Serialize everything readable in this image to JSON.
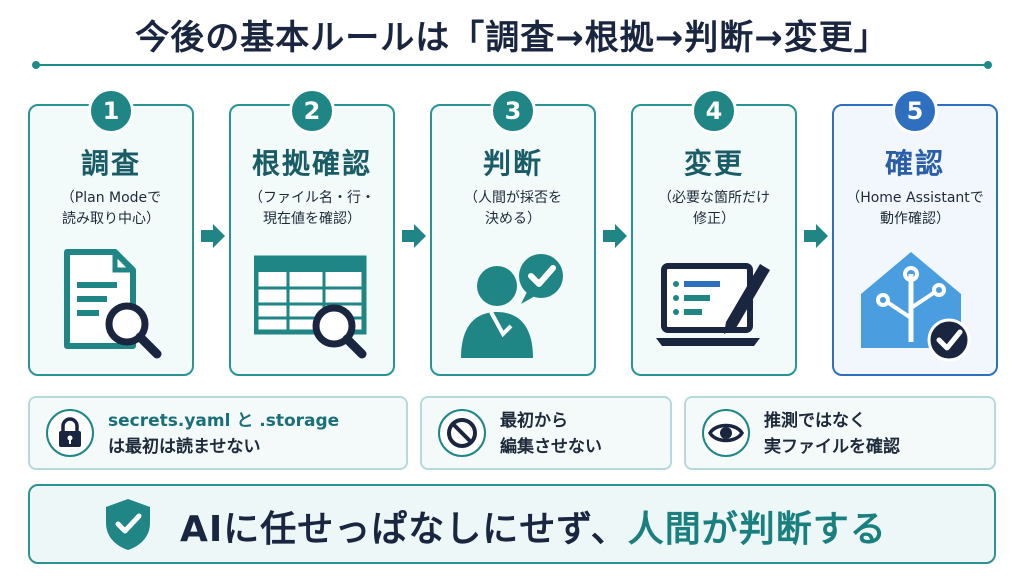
{
  "title": "今後の基本ルールは「調査→根拠→判断→変更」",
  "colors": {
    "teal": "#1f8585",
    "blue": "#2f6fc0",
    "navy": "#1a2540"
  },
  "steps": [
    {
      "number": "1",
      "title": "調査",
      "desc_line1": "（Plan Modeで",
      "desc_line2": "読み取り中心）",
      "icon": "document-search-icon"
    },
    {
      "number": "2",
      "title": "根拠確認",
      "desc_line1": "（ファイル名・行・",
      "desc_line2": "現在値を確認）",
      "icon": "spreadsheet-search-icon"
    },
    {
      "number": "3",
      "title": "判断",
      "desc_line1": "（人間が採否を",
      "desc_line2": "決める）",
      "icon": "person-check-icon"
    },
    {
      "number": "4",
      "title": "変更",
      "desc_line1": "（必要な箇所だけ",
      "desc_line2": "修正）",
      "icon": "laptop-pencil-icon"
    },
    {
      "number": "5",
      "title": "確認",
      "desc_line1": "（Home Assistantで",
      "desc_line2": "動作確認）",
      "icon": "home-assistant-check-icon"
    }
  ],
  "notes": [
    {
      "line1_highlight": "secrets.yaml と .storage",
      "line2": "は最初は読ませない",
      "icon": "lock-icon"
    },
    {
      "line1": "最初から",
      "line2": "編集させない",
      "icon": "prohibited-icon"
    },
    {
      "line1": "推測ではなく",
      "line2": "実ファイルを確認",
      "icon": "eye-icon"
    }
  ],
  "banner": {
    "text_main": "AIに任せっぱなしにせず、",
    "text_emphasis": "人間が判断する",
    "icon": "shield-check-icon"
  }
}
